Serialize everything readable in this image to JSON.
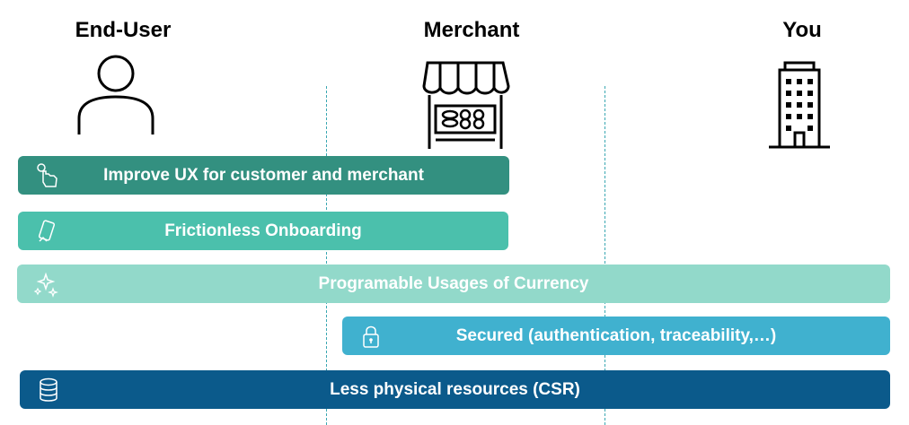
{
  "columns": {
    "end_user": "End-User",
    "merchant": "Merchant",
    "you": "You"
  },
  "bars": [
    {
      "label": "Improve UX for customer and merchant",
      "color": "#339080",
      "icon": "touch-hand-icon"
    },
    {
      "label": "Frictionless Onboarding",
      "color": "#4bc0ac",
      "icon": "card-hand-icon"
    },
    {
      "label": "Programable Usages of Currency",
      "color": "#92d9ca",
      "icon": "sparkles-icon"
    },
    {
      "label": "Secured (authentication, traceability,…)",
      "color": "#40b1cf",
      "icon": "padlock-icon"
    },
    {
      "label": "Less physical resources (CSR)",
      "color": "#0b5a8b",
      "icon": "database-icon"
    }
  ],
  "colors": {
    "divider": "#3aa7b2",
    "icon_stroke": "#000000"
  }
}
